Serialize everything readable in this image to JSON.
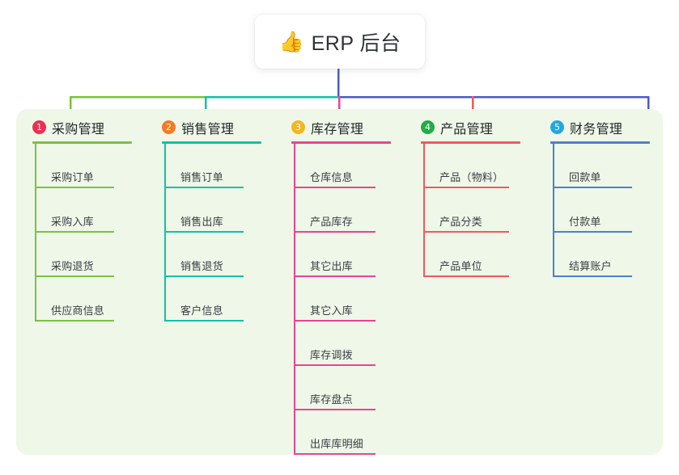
{
  "page": {
    "background": "#ffffff",
    "panel_background": "#eef7e8"
  },
  "title": {
    "icon": "thumbs-up-icon",
    "emoji": "👍",
    "text": "ERP 后台"
  },
  "connector_colors": {
    "trunk": "#4c5bc4",
    "bus_segment_1": "#7cc242",
    "bus_segment_2": "#12c2a5",
    "bus_segment_3": "#4c5bc4",
    "drop_1": "#7cc242",
    "drop_2": "#12c2a5",
    "drop_3": "#e8468f",
    "drop_4": "#f2585b",
    "drop_5": "#4c5bc4"
  },
  "columns": [
    {
      "number": "1",
      "title": "采购管理",
      "badge_color": "#ed2f4f",
      "line_color": "#7cc242",
      "items": [
        {
          "label": "采购订单"
        },
        {
          "label": "采购入库"
        },
        {
          "label": "采购退货"
        },
        {
          "label": "供应商信息"
        }
      ]
    },
    {
      "number": "2",
      "title": "销售管理",
      "badge_color": "#f47b20",
      "line_color": "#12c2a5",
      "items": [
        {
          "label": "销售订单"
        },
        {
          "label": "销售出库"
        },
        {
          "label": "销售退货"
        },
        {
          "label": "客户信息"
        }
      ]
    },
    {
      "number": "3",
      "title": "库存管理",
      "badge_color": "#f5b523",
      "line_color": "#e8468f",
      "items": [
        {
          "label": "仓库信息"
        },
        {
          "label": "产品库存"
        },
        {
          "label": "其它出库"
        },
        {
          "label": "其它入库"
        },
        {
          "label": "库存调拨"
        },
        {
          "label": "库存盘点"
        },
        {
          "label": "出库库明细"
        }
      ]
    },
    {
      "number": "4",
      "title": "产品管理",
      "badge_color": "#22ac47",
      "line_color": "#f2585b",
      "items": [
        {
          "label": "产品（物料）"
        },
        {
          "label": "产品分类"
        },
        {
          "label": "产品单位"
        }
      ]
    },
    {
      "number": "5",
      "title": "财务管理",
      "badge_color": "#23a7e0",
      "line_color": "#4c7fd4",
      "items": [
        {
          "label": "回款单"
        },
        {
          "label": "付款单"
        },
        {
          "label": "结算账户"
        }
      ]
    }
  ]
}
